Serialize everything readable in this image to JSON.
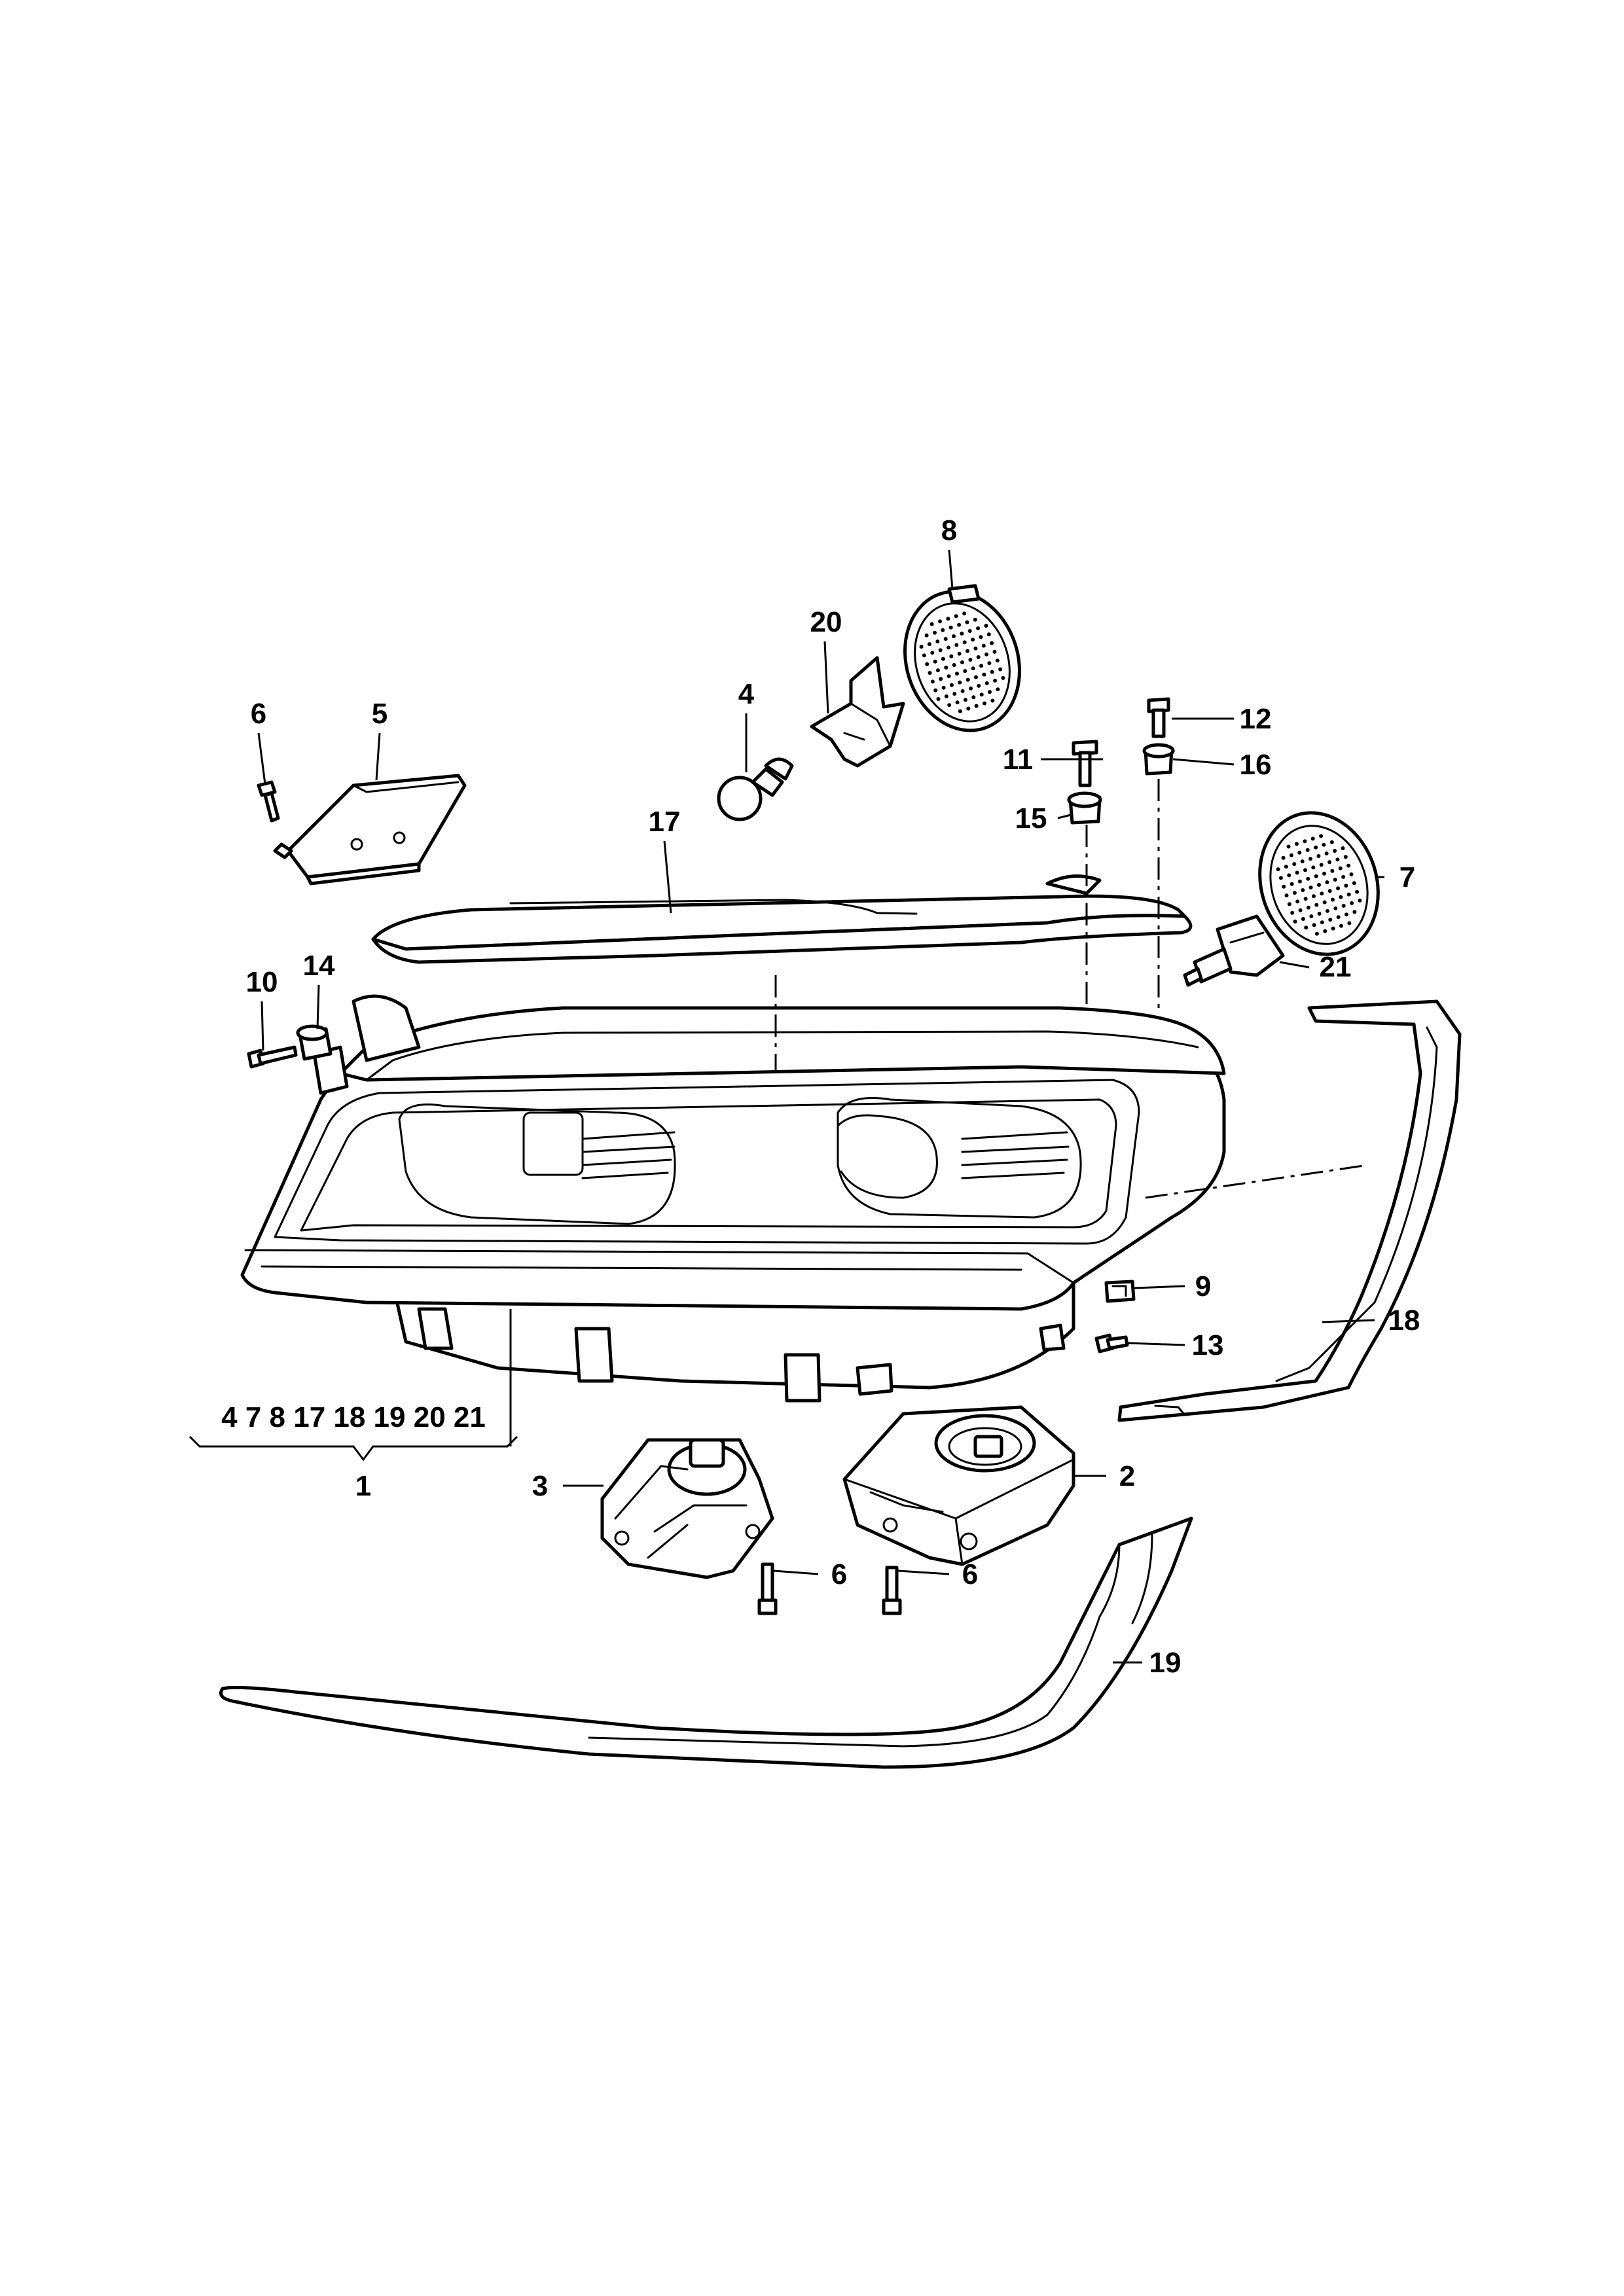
{
  "callouts": {
    "c1": "1",
    "c2": "2",
    "c3": "3",
    "c4": "4",
    "c5": "5",
    "c6a": "6",
    "c6b": "6",
    "c6c": "6",
    "c7": "7",
    "c8": "8",
    "c9": "9",
    "c10": "10",
    "c11": "11",
    "c12": "12",
    "c13": "13",
    "c14": "14",
    "c15": "15",
    "c16": "16",
    "c17": "17",
    "c18": "18",
    "c19": "19",
    "c20": "20",
    "c21": "21"
  },
  "assembly_includes": "4 7 8 17 18 19 20 21",
  "icons": [
    "headlight-housing-icon",
    "trim-strip-icon",
    "seal-strip-icon",
    "bottom-trim-icon",
    "ballast-icon",
    "igniter-icon",
    "control-module-icon",
    "cap-icon",
    "bracket-icon",
    "bulb-icon",
    "screw-icon",
    "nut-icon"
  ]
}
